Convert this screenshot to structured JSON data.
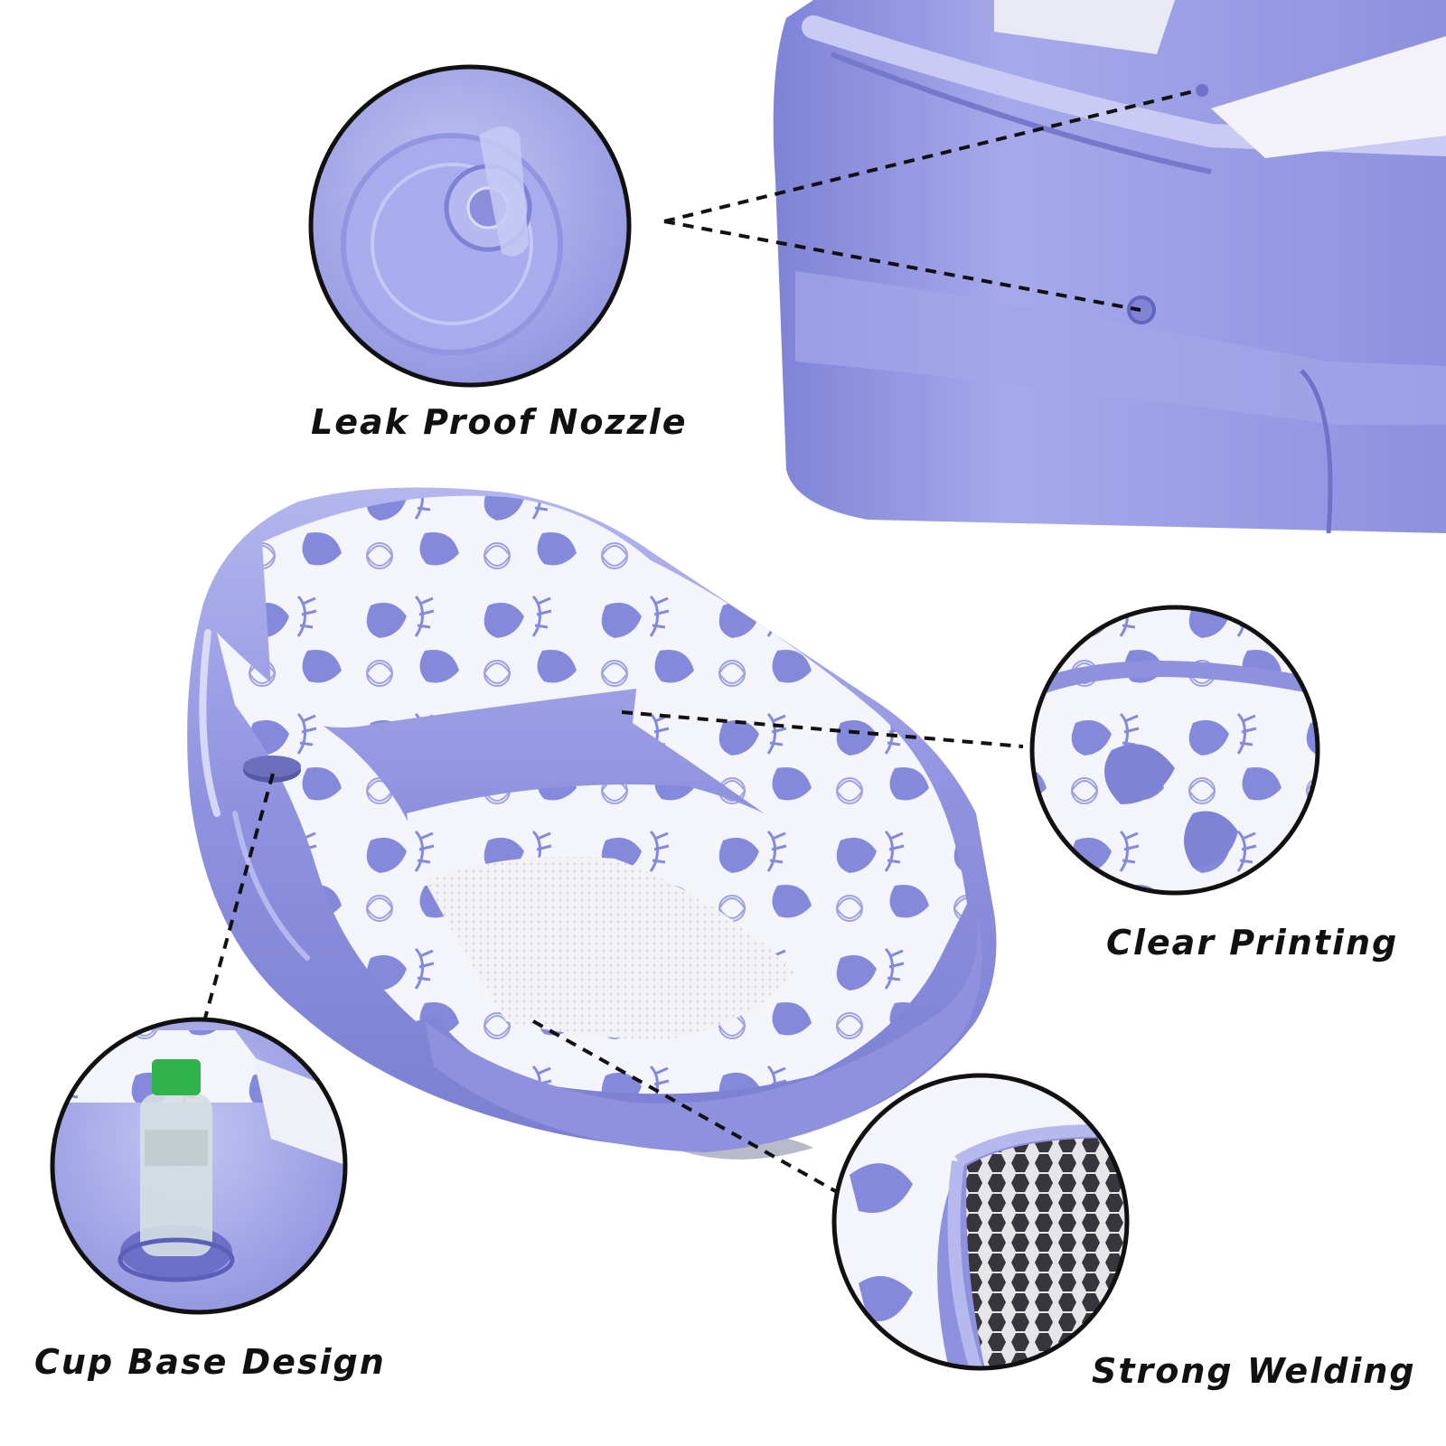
{
  "image": {
    "subject": "inflatable pool lounger chair",
    "colors": {
      "lavender": "#8d91de",
      "lavender_light": "#b4b6ee",
      "lavender_dark": "#6c70c8",
      "print_white": "#f4f4fb",
      "mesh_dark": "#3a3a40",
      "bottle_cap": "#2fb34a"
    }
  },
  "callouts": [
    {
      "id": "nozzle",
      "label": "Leak Proof Nozzle"
    },
    {
      "id": "printing",
      "label": "Clear Printing"
    },
    {
      "id": "cup",
      "label": "Cup Base Design"
    },
    {
      "id": "welding",
      "label": "Strong Welding"
    }
  ]
}
